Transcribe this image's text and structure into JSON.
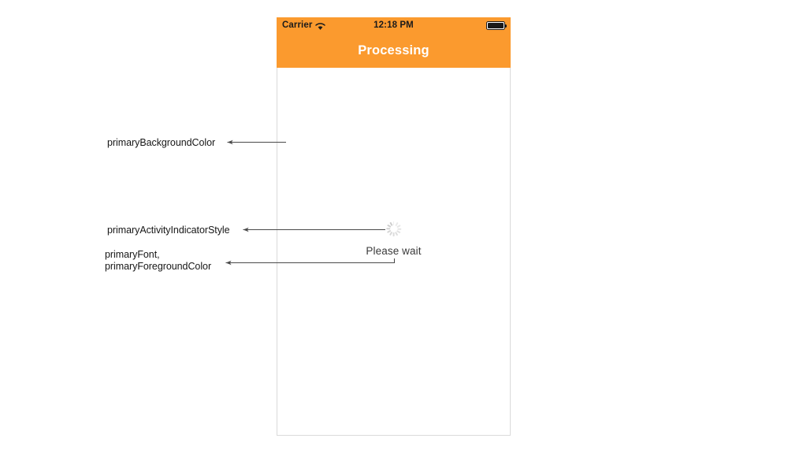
{
  "phone": {
    "status_bar": {
      "carrier": "Carrier",
      "wifi_icon": "wifi-icon",
      "time": "12:18 PM",
      "battery_icon": "battery-full-icon"
    },
    "nav_bar": {
      "title": "Processing",
      "background_color": "#FB9A2E",
      "title_color": "#FFFFFF"
    },
    "content": {
      "activity_indicator": "activity-indicator-spinner",
      "activity_indicator_color": "#CDCDCD",
      "message": "Please wait",
      "message_color": "#3A3A3A",
      "background_color": "#FFFFFF"
    }
  },
  "annotations": [
    {
      "id": "ann-bg",
      "label": "primaryBackgroundColor",
      "target": "phone-content-background"
    },
    {
      "id": "ann-spinner",
      "label": "primaryActivityIndicatorStyle",
      "target": "activity-indicator-spinner"
    },
    {
      "id": "ann-font",
      "label": "primaryFont,\nprimaryForegroundColor",
      "target": "please-wait-label"
    }
  ],
  "colors": {
    "accent_orange": "#FB9A2E",
    "annotation_text": "#161616",
    "leader_line": "#4A4A4A",
    "frame_border": "#DADADA"
  }
}
